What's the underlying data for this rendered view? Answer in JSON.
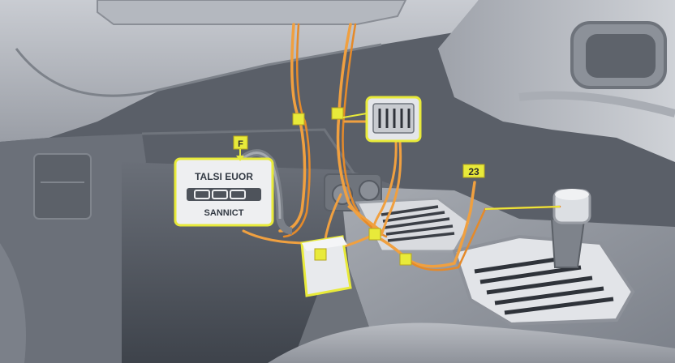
{
  "diagram": {
    "colors": {
      "harness": "#f0a040",
      "highlight": "#e8ea3a",
      "interior": "#8a8f98",
      "floor": "#4d525b"
    },
    "callouts": {
      "module_line1": "TALSI EUOR",
      "module_line2": "SANNICT",
      "tag_small": "F",
      "tag_number": "23"
    }
  }
}
